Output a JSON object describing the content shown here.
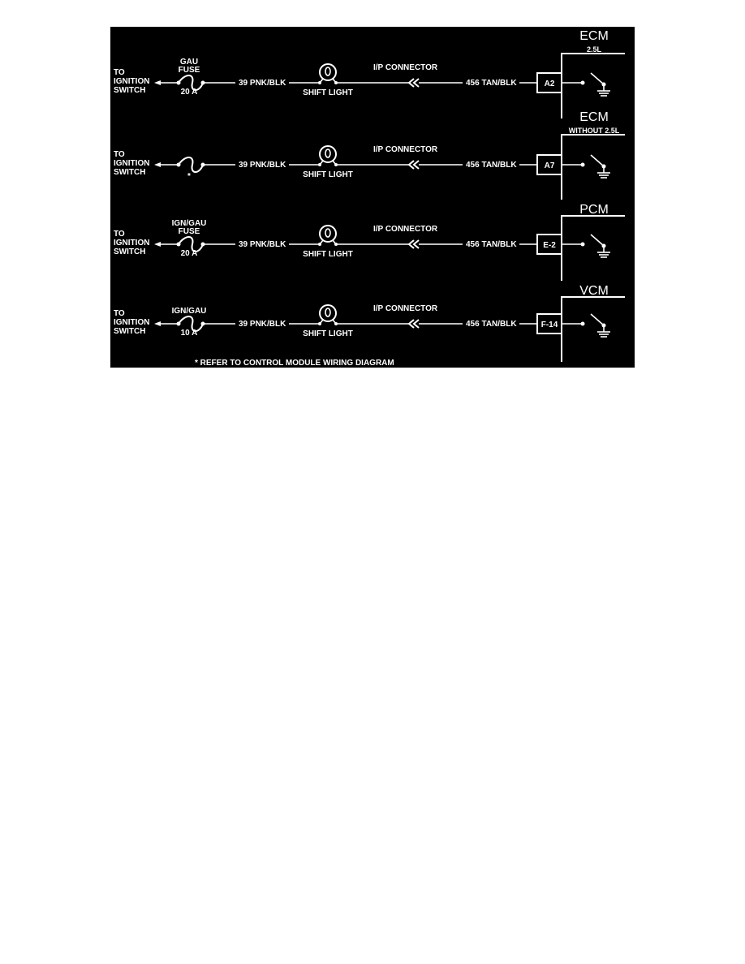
{
  "colors": {
    "background": "#000000",
    "ink": "#ffffff"
  },
  "circuits": [
    {
      "to": [
        "TO",
        "IGNITION",
        "SWITCH"
      ],
      "fuse_label": [
        "GAU",
        "FUSE"
      ],
      "fuse_rating": "20 A",
      "wire_left": "39 PNK/BLK",
      "lamp": "SHIFT LIGHT",
      "connector": "I/P CONNECTOR",
      "wire_right": "456 TAN/BLK",
      "pin": "A2",
      "module": "ECM",
      "module_sub": "2.5L"
    },
    {
      "to": [
        "TO",
        "IGNITION",
        "SWITCH"
      ],
      "fuse_label": [],
      "fuse_rating": "*",
      "wire_left": "39 PNK/BLK",
      "lamp": "SHIFT LIGHT",
      "connector": "I/P CONNECTOR",
      "wire_right": "456 TAN/BLK",
      "pin": "A7",
      "module": "ECM",
      "module_sub": "WITHOUT 2.5L"
    },
    {
      "to": [
        "TO",
        "IGNITION",
        "SWITCH"
      ],
      "fuse_label": [
        "IGN/GAU",
        "FUSE"
      ],
      "fuse_rating": "20 A",
      "wire_left": "39 PNK/BLK",
      "lamp": "SHIFT LIGHT",
      "connector": "I/P CONNECTOR",
      "wire_right": "456 TAN/BLK",
      "pin": "E-2",
      "module": "PCM",
      "module_sub": ""
    },
    {
      "to": [
        "TO",
        "IGNITION",
        "SWITCH"
      ],
      "fuse_label": [
        "IGN/GAU"
      ],
      "fuse_rating": "10 A",
      "wire_left": "39 PNK/BLK",
      "lamp": "SHIFT LIGHT",
      "connector": "I/P CONNECTOR",
      "wire_right": "456 TAN/BLK",
      "pin": "F-14",
      "module": "VCM",
      "module_sub": ""
    }
  ],
  "footnote": "*    REFER TO CONTROL MODULE WIRING DIAGRAM"
}
